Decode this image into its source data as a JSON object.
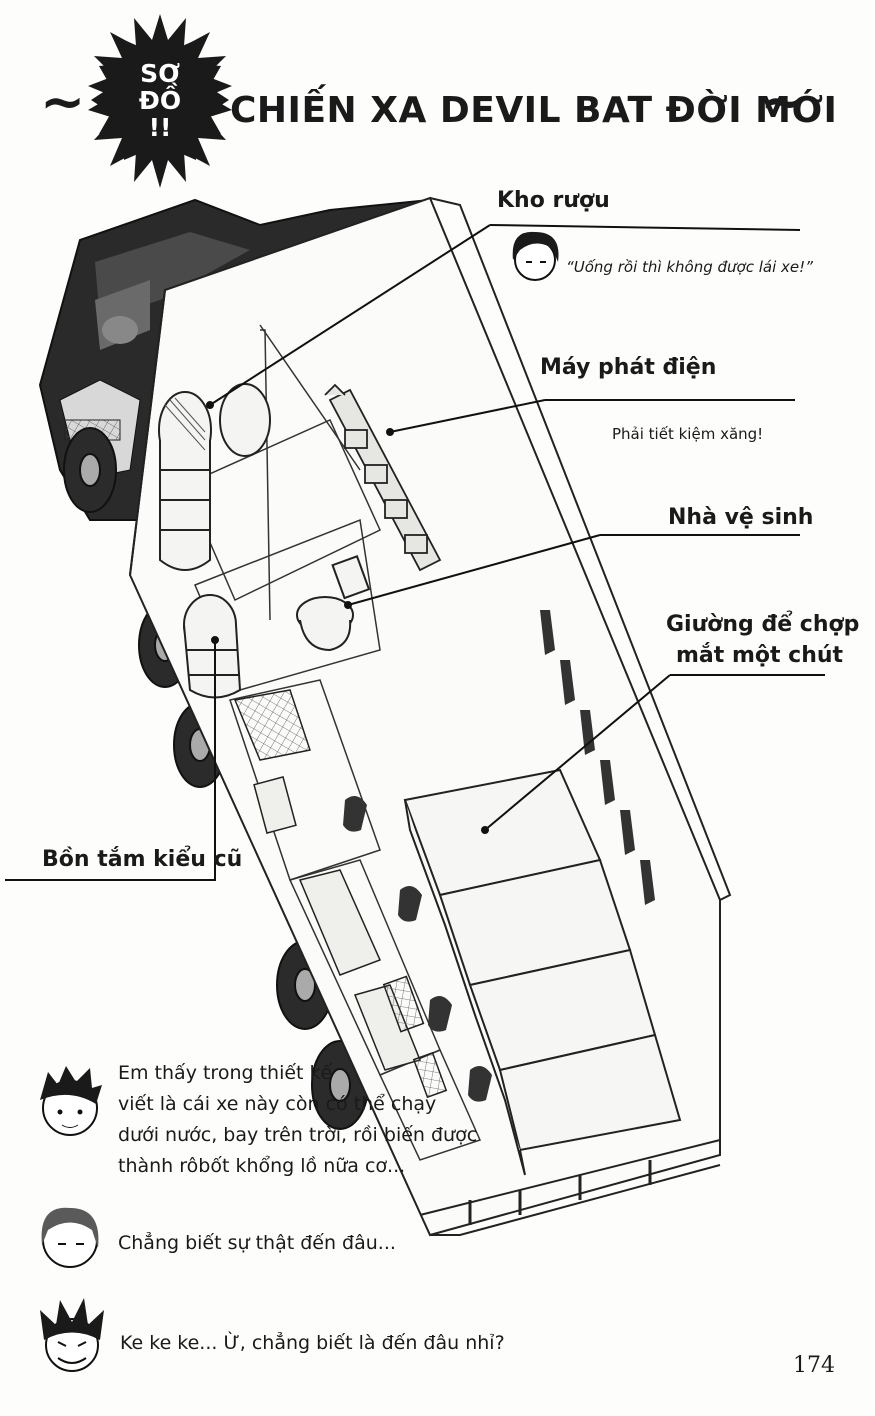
{
  "title": {
    "badge": [
      "SƠ",
      "ĐỒ",
      "!!"
    ],
    "main": "CHIẾN XA DEVIL BAT ĐỜI MỚI",
    "tilde_left": "~",
    "tilde_right": "~"
  },
  "labels": {
    "wine_storage": "Kho rượu",
    "wine_quote": "“Uống rồi thì không được lái xe!”",
    "generator": "Máy phát điện",
    "generator_note": "Phải tiết kiệm xăng!",
    "toilet": "Nhà vệ sinh",
    "bed_line1": "Giường để chợp",
    "bed_line2": "mắt một chút",
    "bathtub": "Bồn tắm kiểu cũ"
  },
  "dialog": {
    "line1": [
      "Em thấy trong thiết kế",
      "viết là cái xe này còn có thể chạy",
      "dưới nước, bay trên trời, rồi biến được",
      "thành rôbốt khổng lồ nữa cơ..."
    ],
    "line2": "Chẳng biết sự thật đến đâu...",
    "line3": "Ke ke ke... Ừ, chẳng biết là đến đâu nhỉ?"
  },
  "page_number": "174",
  "colors": {
    "ink": "#1a1a1a",
    "paper": "#fdfdfb",
    "badge": "#1a1a1a"
  },
  "icons": [
    "starburst-badge",
    "girl-face-icon",
    "boy-face-icon",
    "girl-face-icon-2",
    "devil-face-icon"
  ]
}
